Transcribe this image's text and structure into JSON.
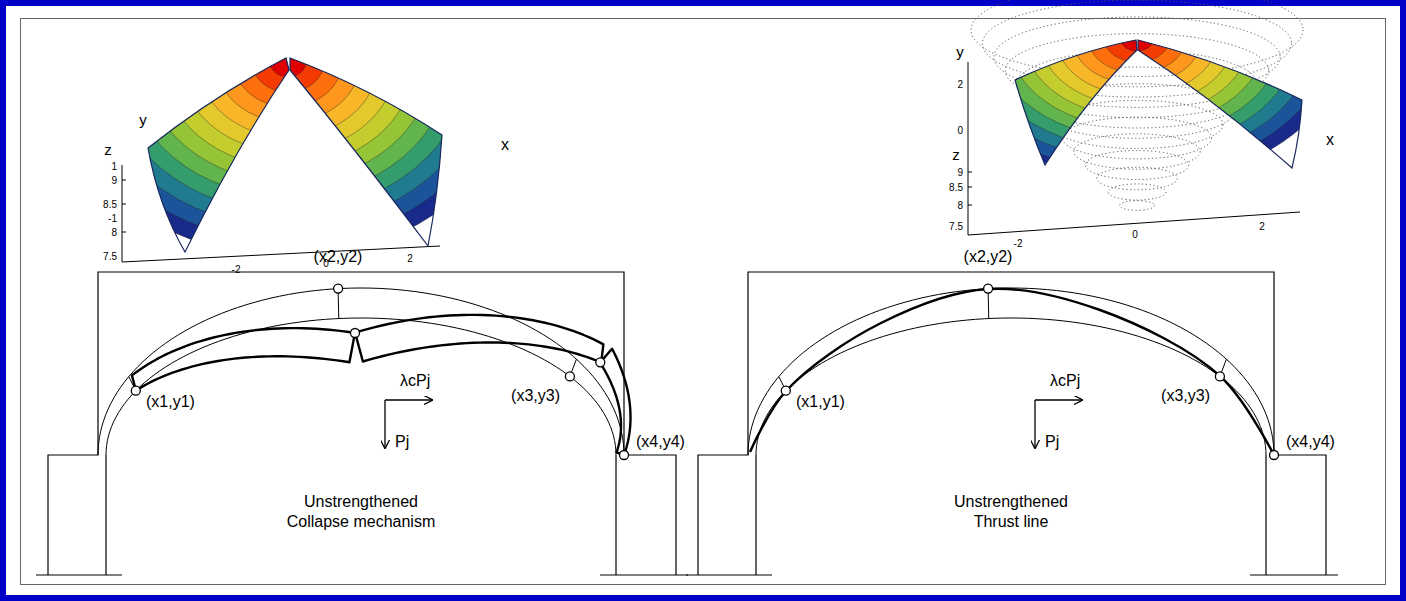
{
  "diagram": {
    "labels": [
      "y",
      "z",
      "1",
      "9",
      "8.5",
      "-1",
      "8",
      "7.5",
      "-2",
      "0",
      "2",
      "x",
      "(x2,y2)",
      "(x1,y1)",
      "λcPj",
      "Pj",
      "(x3,y3)",
      "(x4,y4)",
      "Unstrengthened",
      "Collapse mechanism",
      "y",
      "2",
      "0",
      "z",
      "9",
      "8.5",
      "8",
      "7.5",
      "-2",
      "0",
      "2",
      "x",
      "(x2,y2)",
      "(x1,y1)",
      "λcPj",
      "Pj",
      "(x3,y3)",
      "(x4,y4)",
      "Unstrengthened",
      "Thrust line"
    ]
  }
}
